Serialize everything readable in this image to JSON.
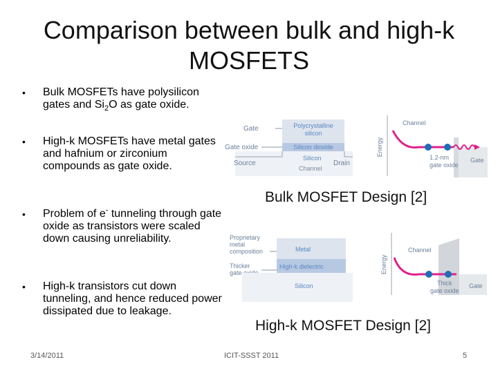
{
  "title": {
    "line1": "Comparison between bulk and high-k",
    "line2": "MOSFETS"
  },
  "bullets": [
    {
      "text_a": "Bulk MOSFETs have polysilicon gates and Si",
      "sub": "2",
      "text_b": "O",
      "text_c": " as gate oxide."
    },
    {
      "text": "High-k MOSFETs have metal gates and hafnium or zirconium compounds as gate oxide."
    },
    {
      "text_a": "Problem of e",
      "sup": "-",
      "text_b": " tunneling through gate oxide as transistors were scaled down causing unreliability."
    },
    {
      "text": "High-k transistors cut down tunneling, and hence reduced power dissipated due to leakage."
    }
  ],
  "bulk_diagram": {
    "gate": "Gate",
    "gate_oxide": "Gate oxide",
    "source": "Source",
    "drain": "Drain",
    "poly1": "Polycrystalline",
    "poly2": "silicon",
    "silicon_dioxide": "Silicon dioxide",
    "silicon": "Silicon",
    "channel": "Channel",
    "energy": "Energy",
    "channel_graph": "Channel",
    "nm1": "1.2-nm",
    "nm2": "gate oxide",
    "gate_graph": "Gate",
    "caption": "Bulk MOSFET Design [2]"
  },
  "highk_diagram": {
    "prop1": "Proprietary",
    "prop2": "metal",
    "prop3": "composition",
    "thick1": "Thicker",
    "thick2": "gate oxide",
    "metal": "Metal",
    "high_k": "High-k dielectric",
    "silicon": "Silicon",
    "energy": "Energy",
    "channel_graph": "Channel",
    "thick_g1": "Thick",
    "thick_g2": "gate oxide",
    "gate_graph": "Gate",
    "caption": "High-k MOSFET Design [2]"
  },
  "footer": {
    "date": "3/14/2011",
    "center": "ICIT-SSST 2011",
    "page": "5"
  },
  "colors": {
    "label": "#6b7f99",
    "magenta": "#e0208c",
    "grey": "#c9ccd0"
  }
}
